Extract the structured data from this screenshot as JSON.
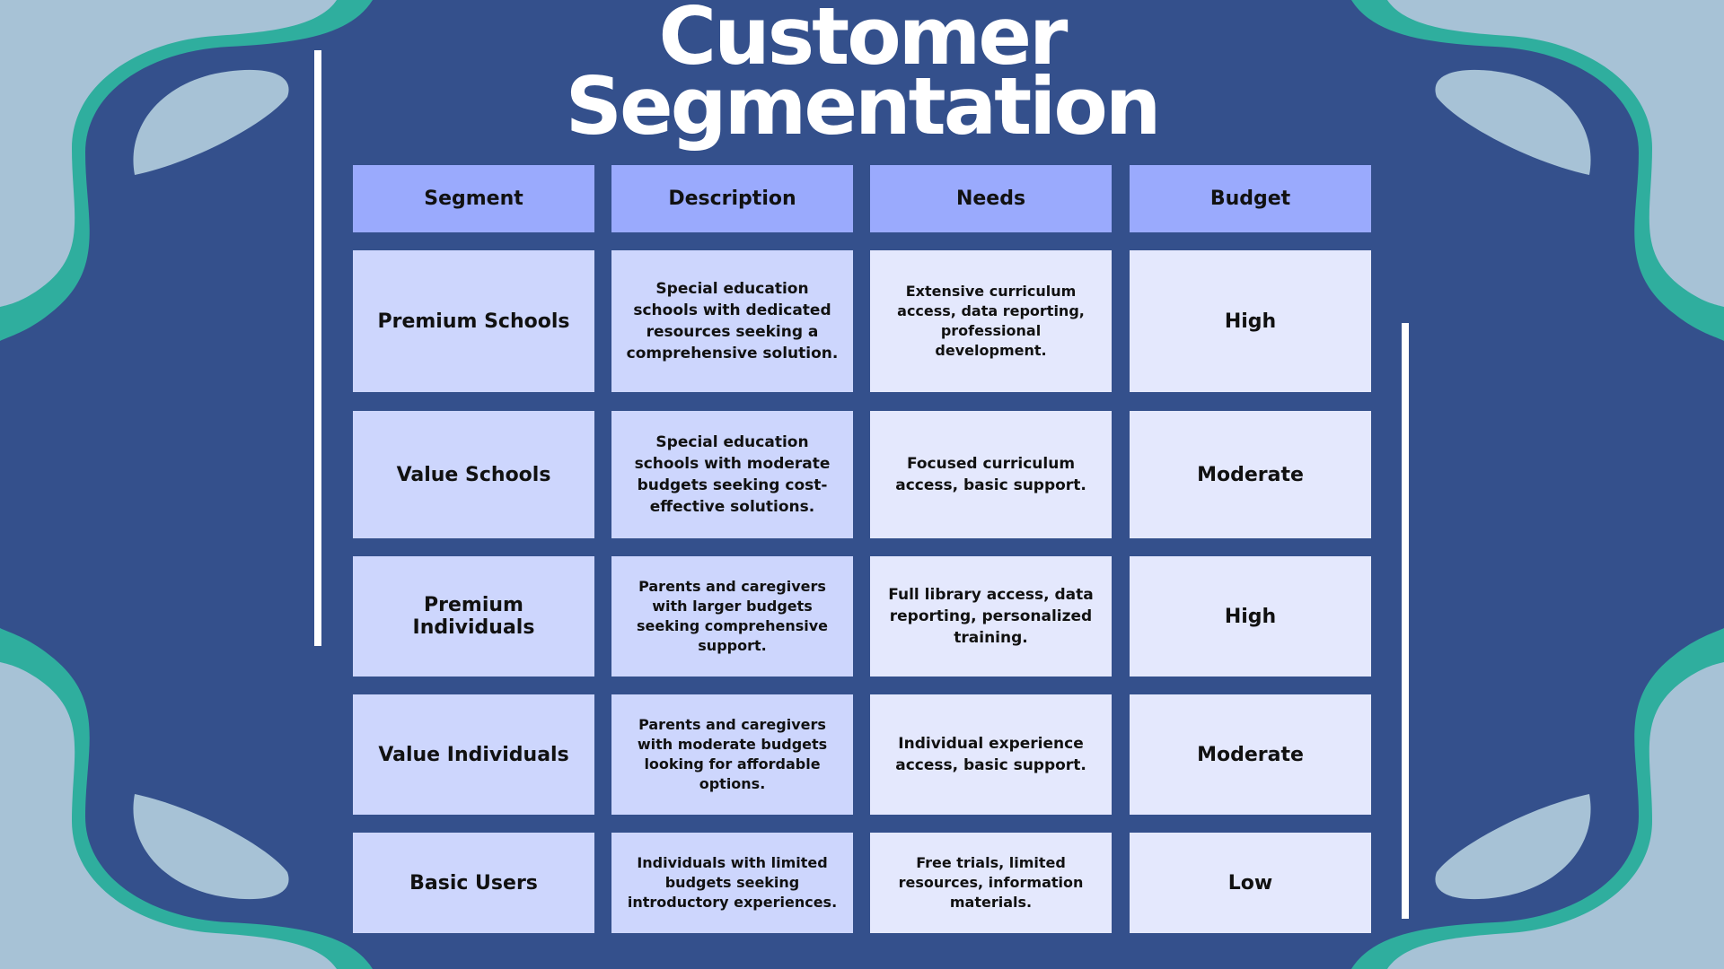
{
  "colors": {
    "background": "#34508c",
    "teal_wave": "#2fae9e",
    "light_blue": "#a7c2d6",
    "header_cell": "#9aaafd",
    "segment_cell": "#cdd6fd",
    "needs_cell": "#e4e8fd",
    "text_dark": "#111111",
    "text_light": "#ffffff"
  },
  "title": {
    "line1": "Customer",
    "line2": "Segmentation"
  },
  "table": {
    "headers": [
      "Segment",
      "Description",
      "Needs",
      "Budget"
    ],
    "rows": [
      {
        "segment": "Premium Schools",
        "description": "Special education schools with dedicated resources seeking a comprehensive solution.",
        "needs": "Extensive curriculum access, data reporting, professional development.",
        "budget": "High"
      },
      {
        "segment": "Value Schools",
        "description": "Special education schools with moderate budgets seeking cost-effective solutions.",
        "needs": "Focused curriculum access, basic support.",
        "budget": "Moderate"
      },
      {
        "segment": "Premium Individuals",
        "description": "Parents and caregivers with larger budgets seeking comprehensive support.",
        "needs": "Full library access, data reporting, personalized training.",
        "budget": "High"
      },
      {
        "segment": "Value Individuals",
        "description": "Parents and caregivers with moderate budgets looking for affordable options.",
        "needs": "Individual experience access, basic support.",
        "budget": "Moderate"
      },
      {
        "segment": "Basic Users",
        "description": "Individuals with limited budgets seeking introductory experiences.",
        "needs": "Free trials, limited resources, information materials.",
        "budget": "Low"
      }
    ]
  }
}
